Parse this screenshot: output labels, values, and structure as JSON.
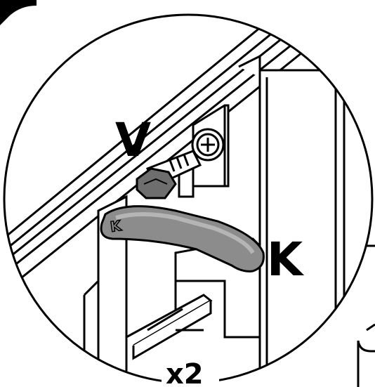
{
  "labels": {
    "screw": "V",
    "lever": "K",
    "quantity": "x2"
  },
  "lever_mark": "K",
  "colors": {
    "line": "#000000",
    "background": "#ffffff",
    "lever_fill": "#8c8c8c",
    "lever_highlight": "#b5b5b5",
    "screw_fill": "#6e6e6e"
  }
}
